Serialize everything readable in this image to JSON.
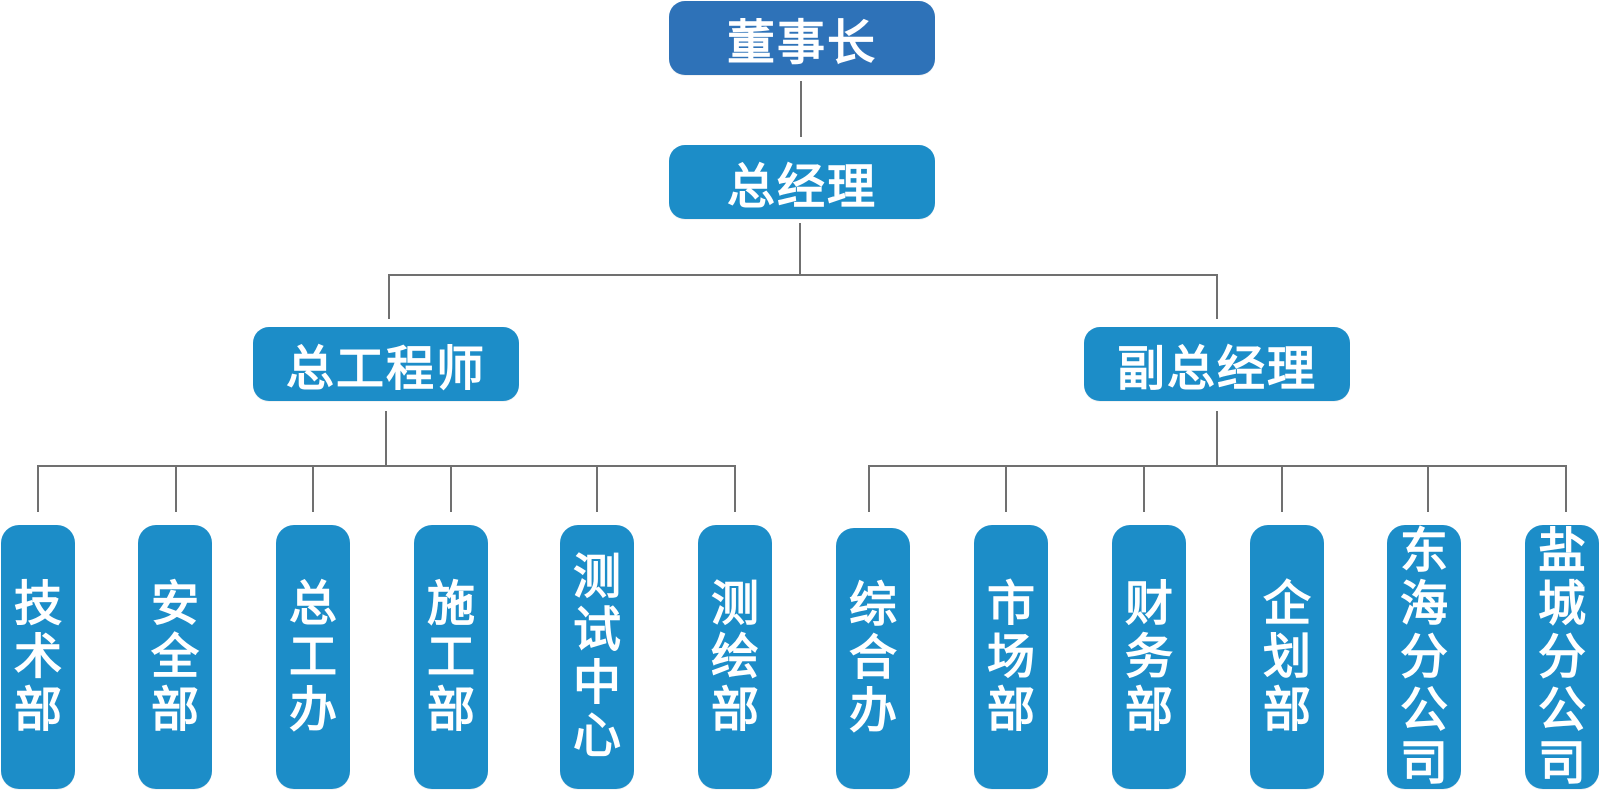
{
  "org": {
    "chairman": "董事长",
    "general_manager": "总经理",
    "chief_engineer": "总工程师",
    "deputy_general_manager": "副总经理",
    "chief_engineer_departments": [
      "技术部",
      "安全部",
      "总工办",
      "施工部",
      "测试中心",
      "测绘部"
    ],
    "deputy_manager_departments": [
      "综合办",
      "市场部",
      "财务部",
      "企划部",
      "东海分公司",
      "盐城分公司"
    ]
  },
  "colors": {
    "top_node": "#2e72b8",
    "node": "#1c8dc8",
    "connector": "#707070",
    "text": "#ffffff"
  }
}
